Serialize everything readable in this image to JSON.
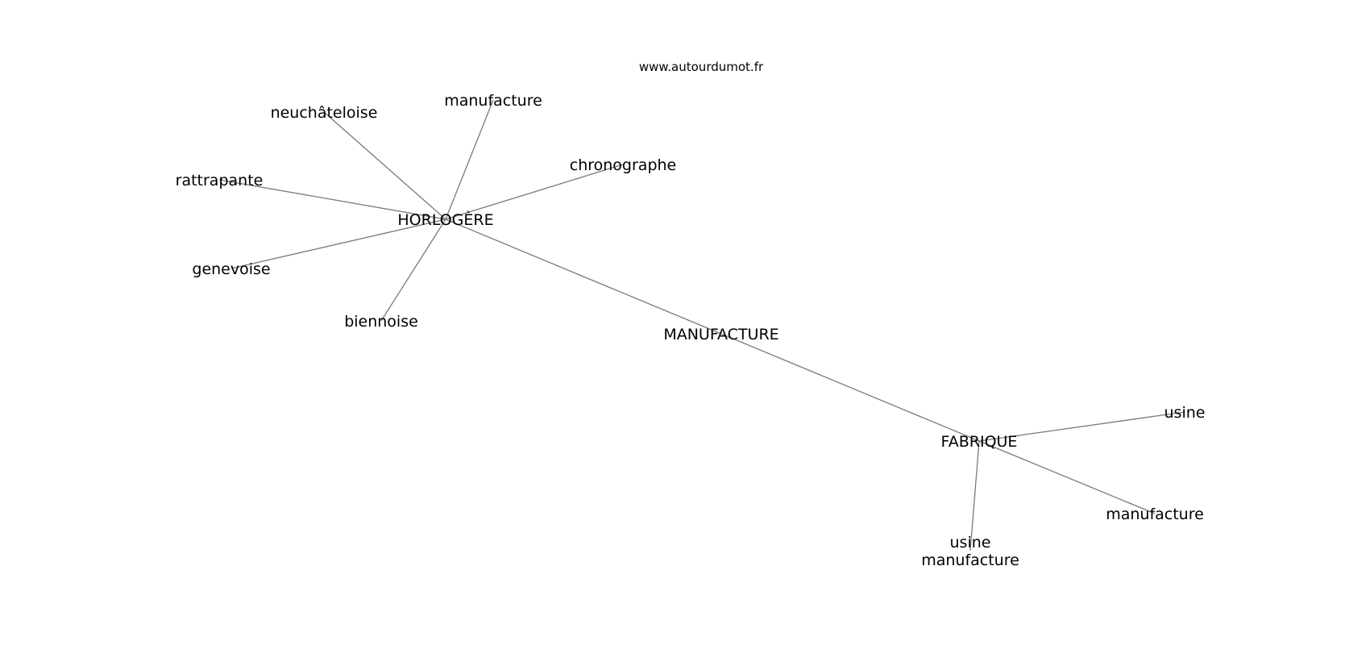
{
  "credit": "www.autourdumot.fr",
  "graph": {
    "nodes": [
      {
        "id": "manufacture_center",
        "label": [
          "MANUFACTURE"
        ]
      },
      {
        "id": "horlogere",
        "label": [
          "HORLOGÈRE"
        ]
      },
      {
        "id": "fabrique",
        "label": [
          "FABRIQUE"
        ]
      },
      {
        "id": "h_manufacture",
        "label": [
          "manufacture"
        ]
      },
      {
        "id": "neuchateloise",
        "label": [
          "neuchâteloise"
        ]
      },
      {
        "id": "chronographe",
        "label": [
          "chronographe"
        ]
      },
      {
        "id": "rattrapante",
        "label": [
          "rattrapante"
        ]
      },
      {
        "id": "genevoise",
        "label": [
          "genevoise"
        ]
      },
      {
        "id": "biennoise",
        "label": [
          "biennoise"
        ]
      },
      {
        "id": "usine",
        "label": [
          "usine"
        ]
      },
      {
        "id": "f_manufacture",
        "label": [
          "manufacture"
        ]
      },
      {
        "id": "usine_manufacture",
        "label": [
          "usine",
          "manufacture"
        ]
      }
    ],
    "edges": [
      [
        "horlogere",
        "fabrique"
      ],
      [
        "horlogere",
        "h_manufacture"
      ],
      [
        "horlogere",
        "neuchateloise"
      ],
      [
        "horlogere",
        "chronographe"
      ],
      [
        "horlogere",
        "rattrapante"
      ],
      [
        "horlogere",
        "genevoise"
      ],
      [
        "horlogere",
        "biennoise"
      ],
      [
        "fabrique",
        "usine"
      ],
      [
        "fabrique",
        "f_manufacture"
      ],
      [
        "fabrique",
        "usine_manufacture"
      ]
    ]
  }
}
